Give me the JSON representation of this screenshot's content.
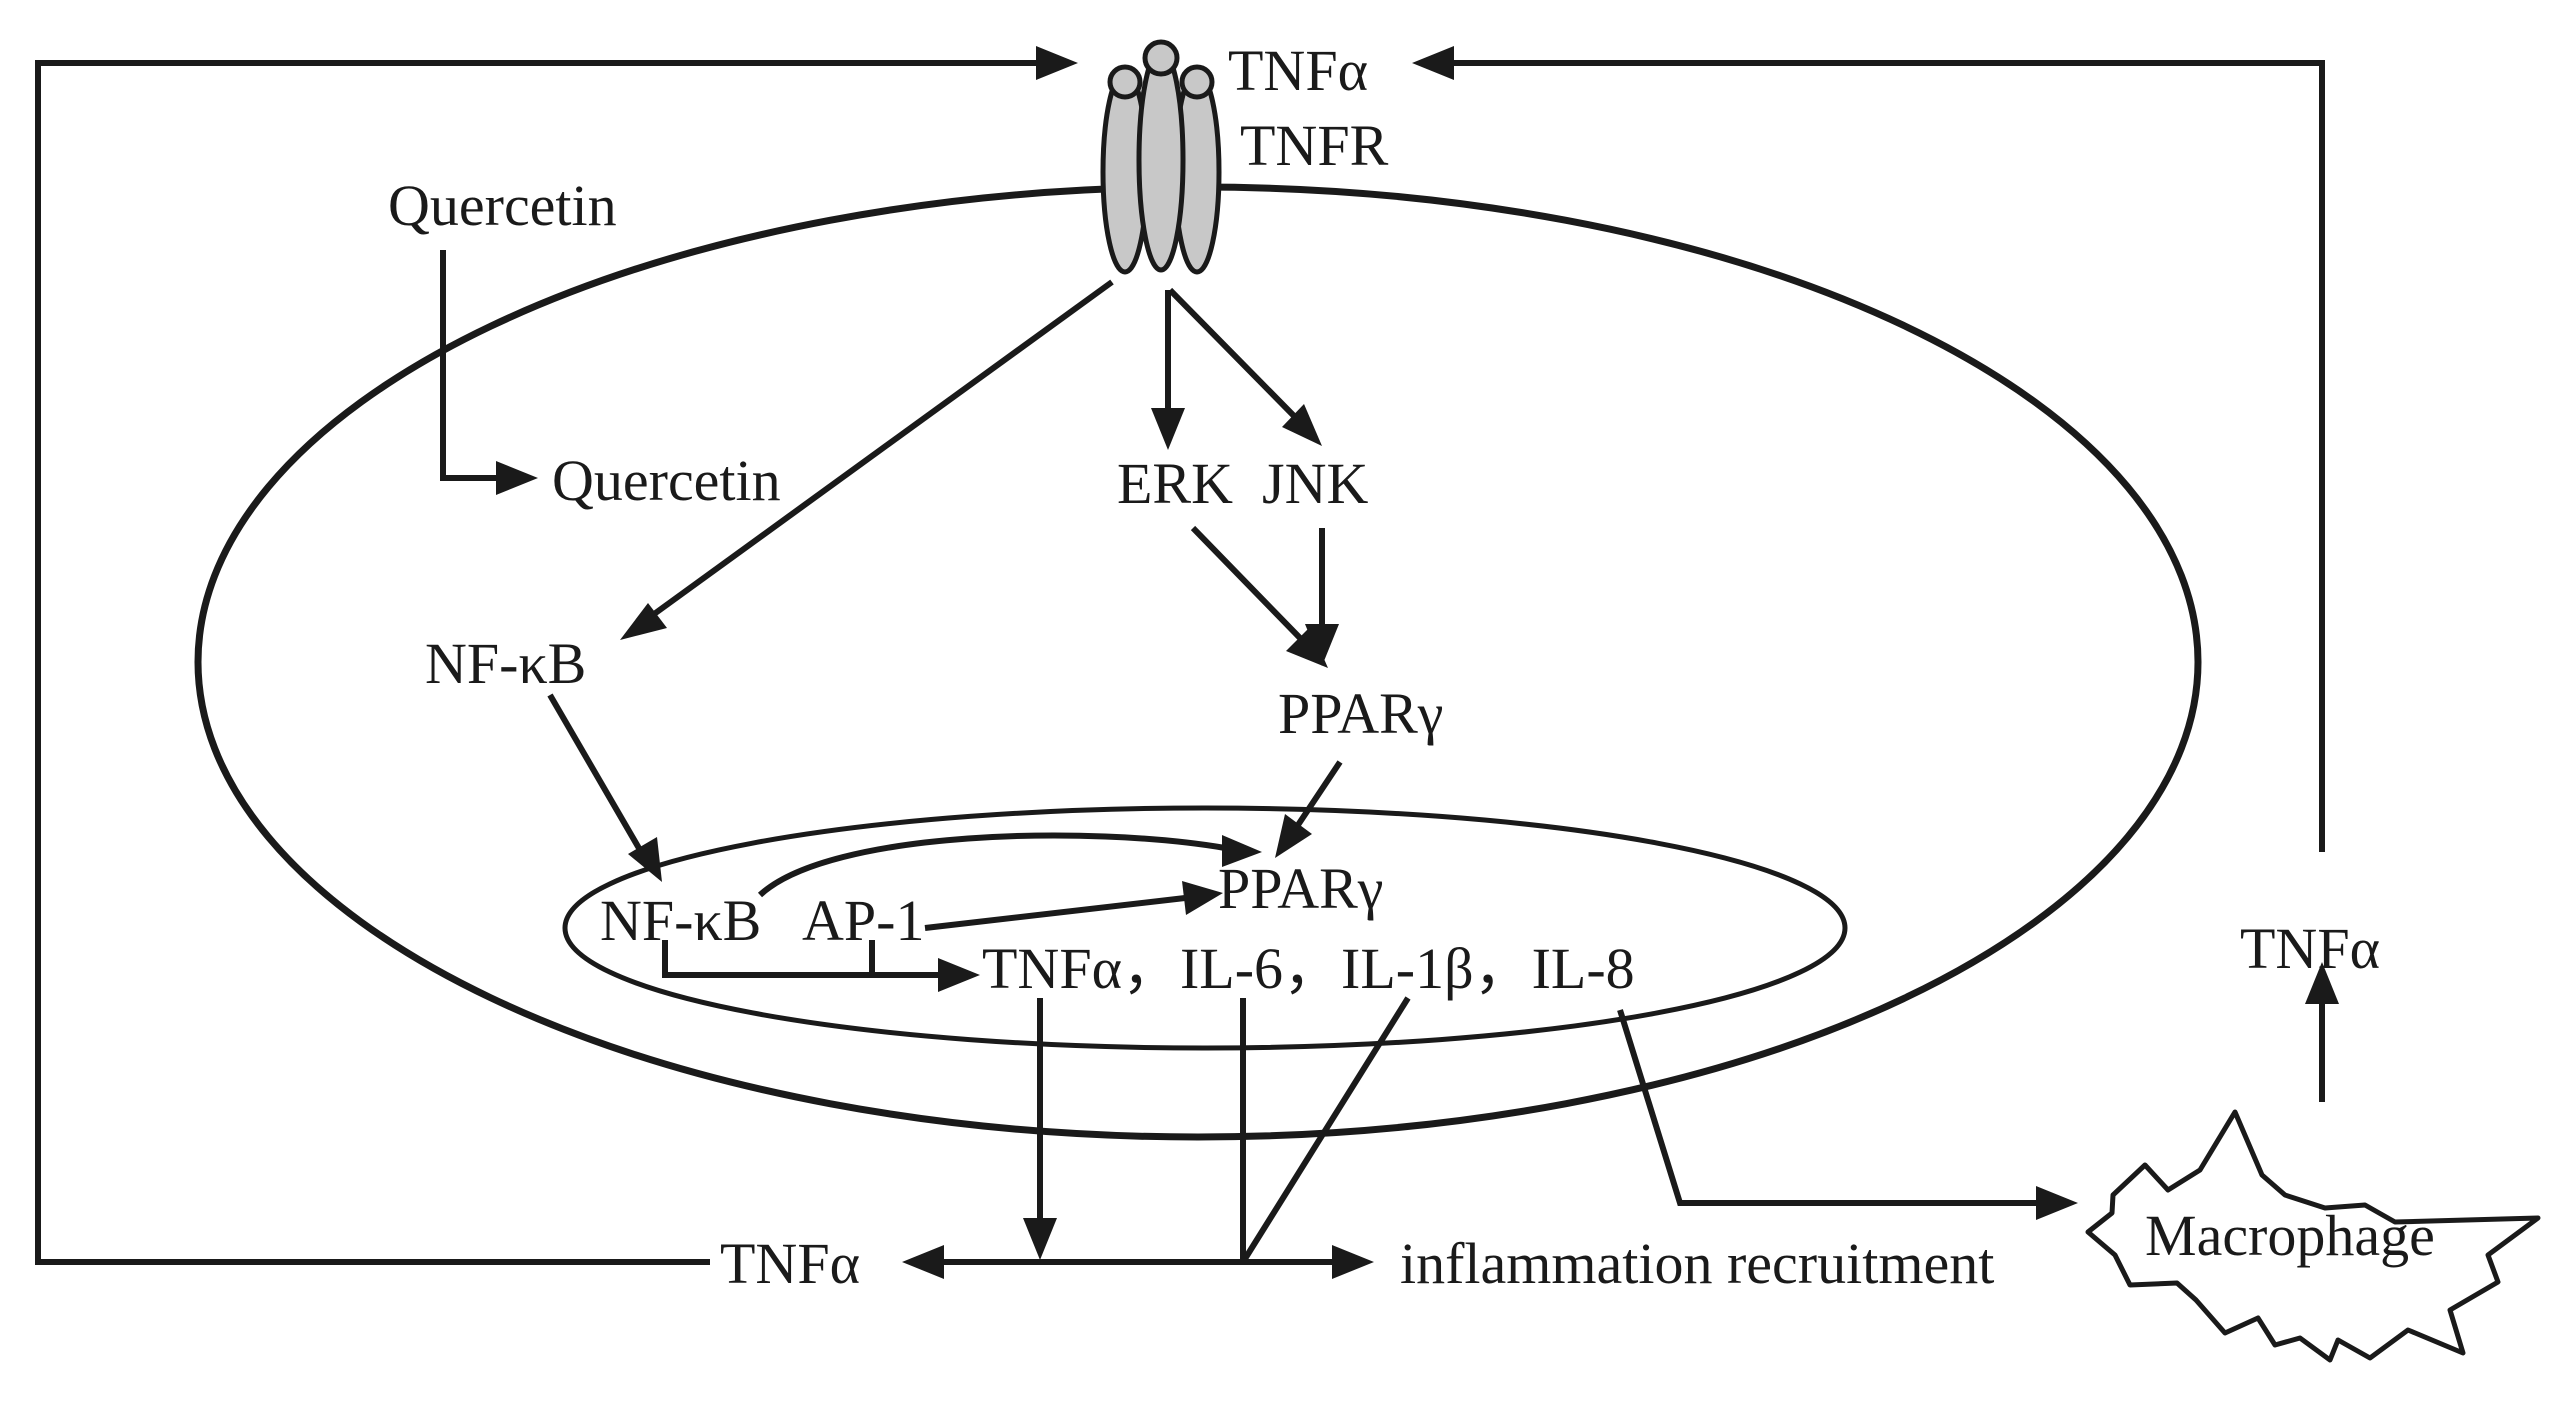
{
  "labels": {
    "tnfa_top": "TNFα",
    "tnfr": "TNFR",
    "quercetin_outside": "Quercetin",
    "quercetin_inside": "Quercetin",
    "erk": "ERK",
    "jnk": "JNK",
    "nfkb_cyto": "NF-κB",
    "ppar_cyto": "PPARγ",
    "nfkb_nucleus": "NF-κB",
    "ap1": "AP-1",
    "ppar_nucleus": "PPARγ",
    "cytokines": "TNFα，IL-6，IL-1β，IL-8",
    "tnfa_bottom": "TNFα",
    "inflammation": "inflammation recruitment",
    "macrophage": "Macrophage",
    "tnfa_right": "TNFα"
  },
  "colors": {
    "ink": "#1a1a1a",
    "receptor_fill": "#c8c8c8",
    "background": "#ffffff"
  }
}
